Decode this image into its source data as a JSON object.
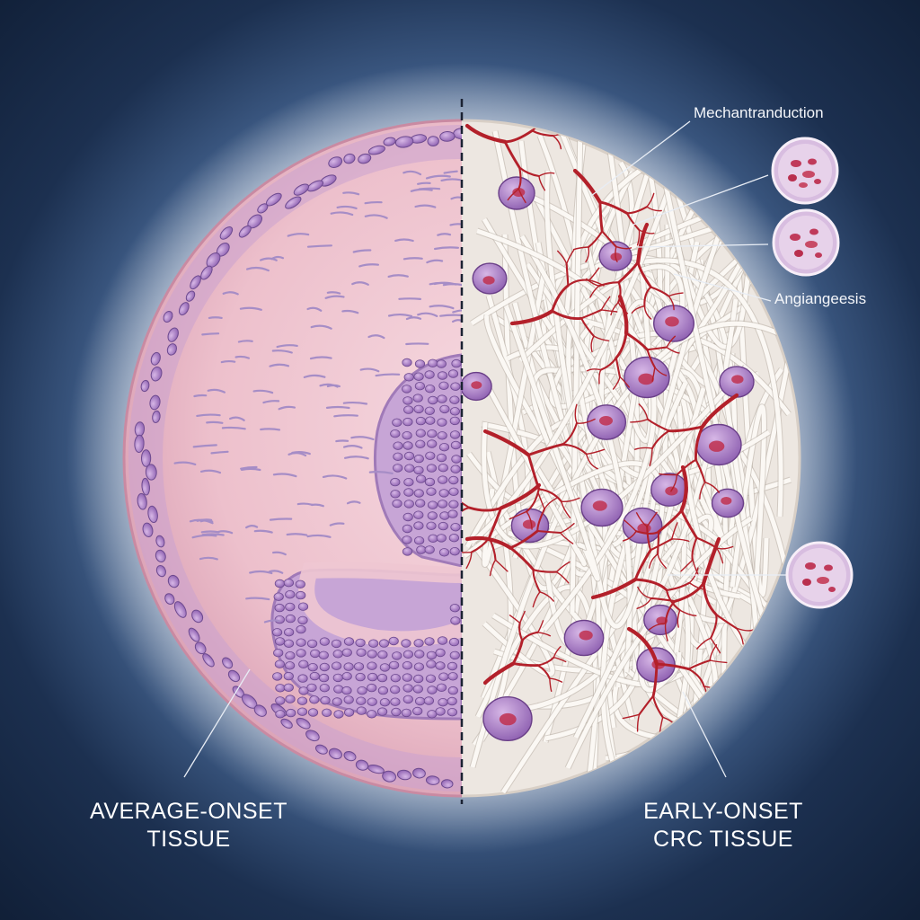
{
  "labels": {
    "mechanotransduction": "Mechantranduction",
    "angiogenesis": "Angiangeesis",
    "left_tissue_line1": "AVERAGE-ONSET",
    "left_tissue_line2": "TISSUE",
    "right_tissue_line1": "EARLY-ONSET",
    "right_tissue_line2": "CRC TISSUE"
  },
  "colors": {
    "background": "#14233d",
    "normal_tissue": "#f2c9d3",
    "cell_nuclei": "#9a7ec2",
    "collagen_fibers": "#f3efe9",
    "blood_vessels": "#b3202a",
    "tumor_cells": "#8e5aa8",
    "glow": "#dfe8f4"
  },
  "icons": [
    "cell-callout-icon",
    "cell-callout-icon",
    "cell-callout-icon"
  ]
}
